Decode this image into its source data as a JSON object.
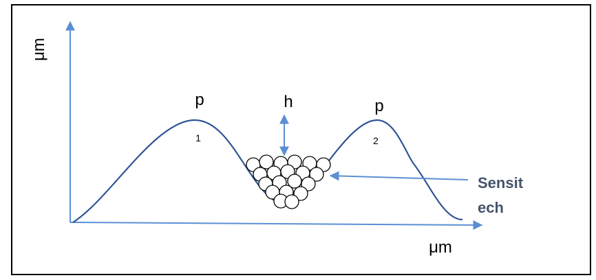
{
  "labels": {
    "y_axis_unit": "μm",
    "x_axis_unit": "μm",
    "peak_1_letter": "p",
    "peak_1_index": "1",
    "peak_2_letter": "p",
    "peak_2_index": "2",
    "height_label": "h",
    "callout_line_1": "Sensit",
    "callout_line_2": "ech"
  },
  "colors": {
    "border": "#000000",
    "curve": "#2f5496",
    "axis": "#5b8fd4",
    "callout_text": "#44546a",
    "particle_fill": "#ffffff",
    "particle_stroke": "#000000"
  }
}
